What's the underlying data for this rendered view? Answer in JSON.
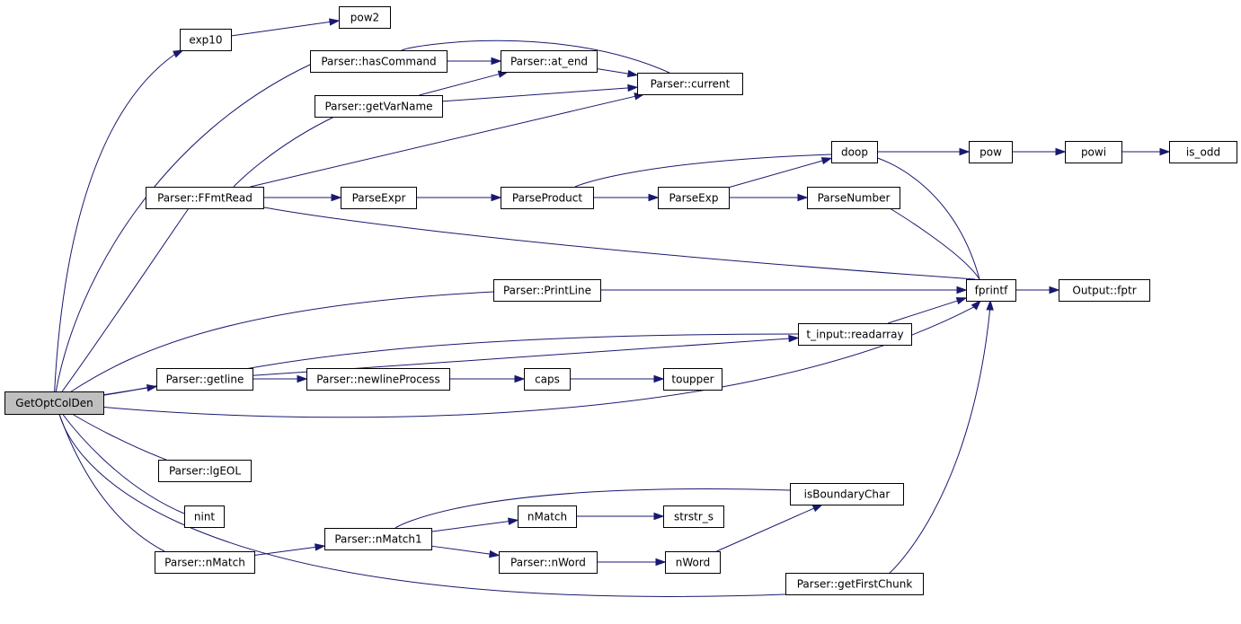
{
  "root": "GetOptColDen",
  "colors": {
    "edge": "#191970",
    "root_fill": "#bfbfbf",
    "node_fill": "#ffffff",
    "node_border": "#000000"
  },
  "nodes": [
    {
      "id": "GetOptColDen",
      "label": "GetOptColDen"
    },
    {
      "id": "exp10",
      "label": "exp10"
    },
    {
      "id": "pow2",
      "label": "pow2"
    },
    {
      "id": "hasCommand",
      "label": "Parser::hasCommand"
    },
    {
      "id": "at_end",
      "label": "Parser::at_end"
    },
    {
      "id": "current",
      "label": "Parser::current"
    },
    {
      "id": "getVarName",
      "label": "Parser::getVarName"
    },
    {
      "id": "doop",
      "label": "doop"
    },
    {
      "id": "pow",
      "label": "pow"
    },
    {
      "id": "powi",
      "label": "powi"
    },
    {
      "id": "is_odd",
      "label": "is_odd"
    },
    {
      "id": "FFmtRead",
      "label": "Parser::FFmtRead"
    },
    {
      "id": "ParseExpr",
      "label": "ParseExpr"
    },
    {
      "id": "ParseProduct",
      "label": "ParseProduct"
    },
    {
      "id": "ParseExp",
      "label": "ParseExp"
    },
    {
      "id": "ParseNumber",
      "label": "ParseNumber"
    },
    {
      "id": "PrintLine",
      "label": "Parser::PrintLine"
    },
    {
      "id": "fprintf",
      "label": "fprintf"
    },
    {
      "id": "fptr",
      "label": "Output::fptr"
    },
    {
      "id": "readarray",
      "label": "t_input::readarray"
    },
    {
      "id": "getline",
      "label": "Parser::getline"
    },
    {
      "id": "newlineProcess",
      "label": "Parser::newlineProcess"
    },
    {
      "id": "caps",
      "label": "caps"
    },
    {
      "id": "toupper",
      "label": "toupper"
    },
    {
      "id": "lgEOL",
      "label": "Parser::lgEOL"
    },
    {
      "id": "isBoundaryChar",
      "label": "isBoundaryChar"
    },
    {
      "id": "nint",
      "label": "nint"
    },
    {
      "id": "nMatchFn",
      "label": "nMatch"
    },
    {
      "id": "strstr_s",
      "label": "strstr_s"
    },
    {
      "id": "nMatch1",
      "label": "Parser::nMatch1"
    },
    {
      "id": "ParserNMatch",
      "label": "Parser::nMatch"
    },
    {
      "id": "ParserNWord",
      "label": "Parser::nWord"
    },
    {
      "id": "nWordFn",
      "label": "nWord"
    },
    {
      "id": "getFirstChunk",
      "label": "Parser::getFirstChunk"
    }
  ],
  "edges": [
    {
      "from": "GetOptColDen",
      "to": "exp10"
    },
    {
      "from": "GetOptColDen",
      "to": "hasCommand"
    },
    {
      "from": "GetOptColDen",
      "to": "FFmtRead"
    },
    {
      "from": "GetOptColDen",
      "to": "PrintLine"
    },
    {
      "from": "GetOptColDen",
      "to": "readarray"
    },
    {
      "from": "GetOptColDen",
      "to": "getline"
    },
    {
      "from": "GetOptColDen",
      "to": "fprintf"
    },
    {
      "from": "GetOptColDen",
      "to": "lgEOL"
    },
    {
      "from": "GetOptColDen",
      "to": "nint"
    },
    {
      "from": "GetOptColDen",
      "to": "ParserNMatch"
    },
    {
      "from": "GetOptColDen",
      "to": "getFirstChunk"
    },
    {
      "from": "exp10",
      "to": "pow2"
    },
    {
      "from": "hasCommand",
      "to": "at_end"
    },
    {
      "from": "hasCommand",
      "to": "current"
    },
    {
      "from": "at_end",
      "to": "current"
    },
    {
      "from": "getVarName",
      "to": "at_end"
    },
    {
      "from": "getVarName",
      "to": "current"
    },
    {
      "from": "FFmtRead",
      "to": "getVarName"
    },
    {
      "from": "FFmtRead",
      "to": "current"
    },
    {
      "from": "FFmtRead",
      "to": "ParseExpr"
    },
    {
      "from": "FFmtRead",
      "to": "fprintf"
    },
    {
      "from": "ParseExpr",
      "to": "ParseProduct"
    },
    {
      "from": "ParseProduct",
      "to": "doop"
    },
    {
      "from": "ParseProduct",
      "to": "ParseExp"
    },
    {
      "from": "ParseExp",
      "to": "doop"
    },
    {
      "from": "ParseExp",
      "to": "ParseNumber"
    },
    {
      "from": "doop",
      "to": "pow"
    },
    {
      "from": "doop",
      "to": "fprintf"
    },
    {
      "from": "pow",
      "to": "powi"
    },
    {
      "from": "powi",
      "to": "is_odd"
    },
    {
      "from": "ParseNumber",
      "to": "fprintf"
    },
    {
      "from": "PrintLine",
      "to": "fprintf"
    },
    {
      "from": "fprintf",
      "to": "fptr"
    },
    {
      "from": "readarray",
      "to": "fprintf"
    },
    {
      "from": "getline",
      "to": "readarray"
    },
    {
      "from": "getline",
      "to": "newlineProcess"
    },
    {
      "from": "newlineProcess",
      "to": "caps"
    },
    {
      "from": "caps",
      "to": "toupper"
    },
    {
      "from": "ParserNMatch",
      "to": "nMatch1"
    },
    {
      "from": "nMatch1",
      "to": "isBoundaryChar"
    },
    {
      "from": "nMatch1",
      "to": "nMatchFn"
    },
    {
      "from": "nMatch1",
      "to": "ParserNWord"
    },
    {
      "from": "nMatchFn",
      "to": "strstr_s"
    },
    {
      "from": "ParserNWord",
      "to": "nWordFn"
    },
    {
      "from": "nWordFn",
      "to": "isBoundaryChar"
    },
    {
      "from": "getFirstChunk",
      "to": "fprintf"
    }
  ]
}
